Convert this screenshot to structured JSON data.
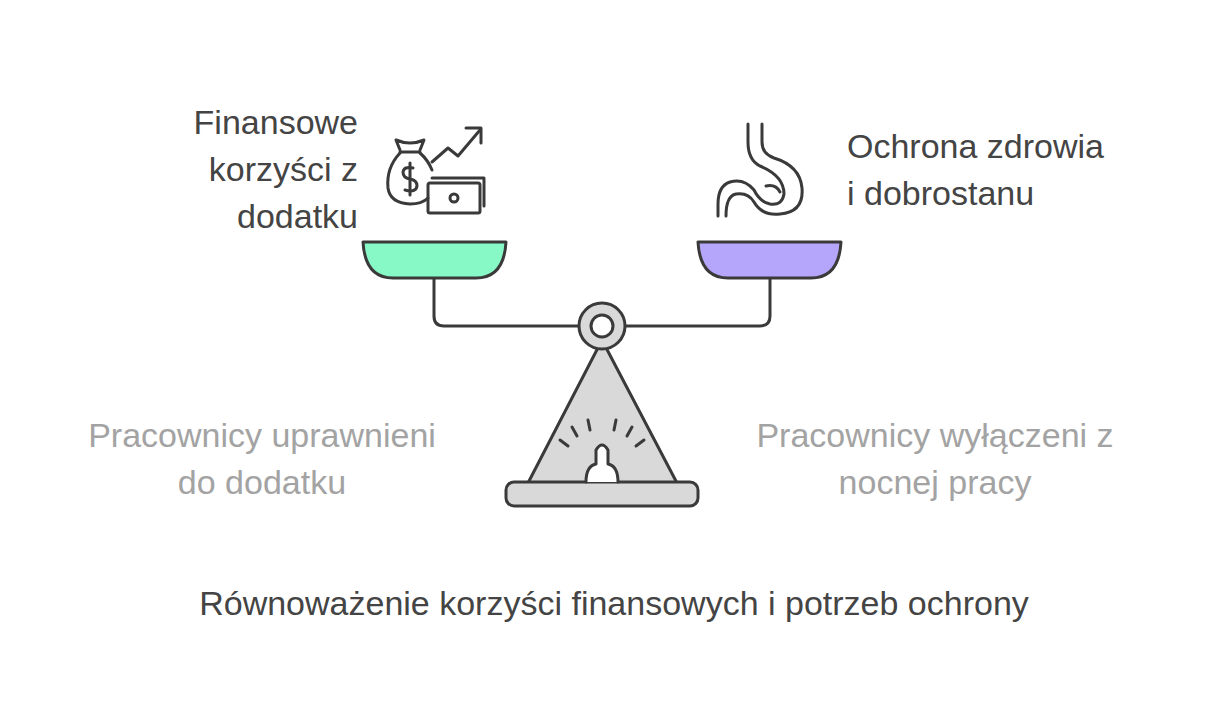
{
  "diagram": {
    "caption": "Równoważenie korzyści finansowych i potrzeb ochrony",
    "labels": [
      "Finansowe korzyści z dodatku",
      "Ochrona zdrowia i dobrostanu",
      "Pracownicy uprawnieni do dodatku",
      "Pracownicy wyłączeni z nocnej pracy"
    ]
  }
}
